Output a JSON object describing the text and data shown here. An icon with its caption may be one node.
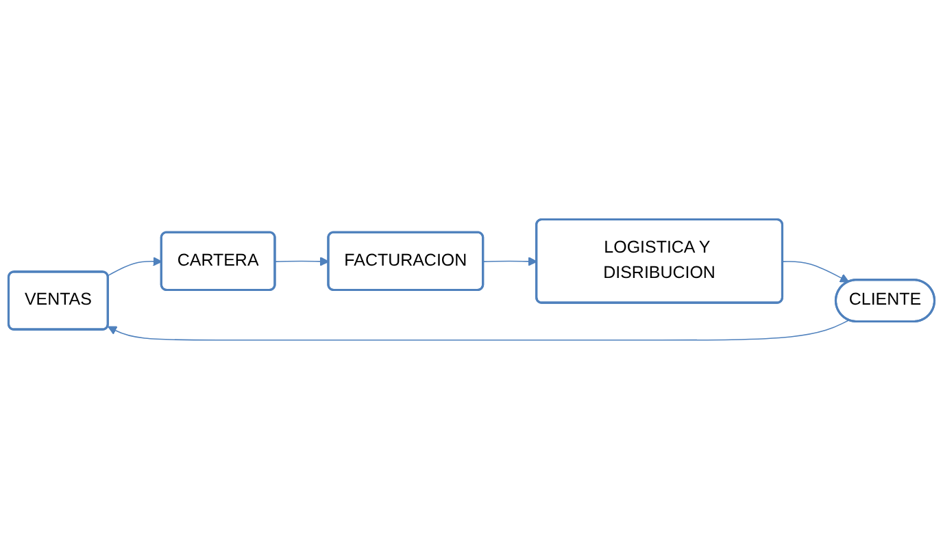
{
  "diagram": {
    "nodes": [
      {
        "text": [
          "VENTAS"
        ]
      },
      {
        "text": [
          "LOGISTICA Y DISRIBUCION"
        ]
      },
      {
        "text": [
          "CLIENTE"
        ]
      },
      {
        "text": [
          "CARTERA"
        ]
      },
      {
        "text": [
          "FACTURACION"
        ]
      }
    ],
    "edges": [
      {
        "from": 2,
        "to": 0,
        "arrow": "to"
      },
      {
        "from": 1,
        "to": 2,
        "arrow": "to"
      },
      {
        "from": 0,
        "to": 3,
        "arrow": "to"
      },
      {
        "from": 3,
        "to": 4,
        "arrow": "to"
      },
      {
        "from": 4,
        "to": 1,
        "arrow": "to"
      }
    ]
  }
}
